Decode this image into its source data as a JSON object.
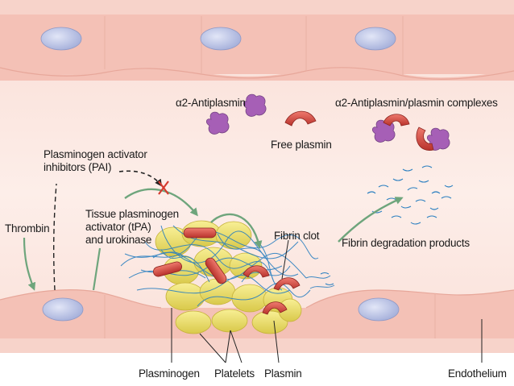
{
  "labels": {
    "antiplasmin": "α2-Antiplasmin",
    "complexes": "α2-Antiplasmin/plasmin complexes",
    "free_plasmin": "Free plasmin",
    "pai": "Plasminogen activator\ninhibitors (PAI)",
    "tpa": "Tissue plasminogen\nactivator (tPA)\nand urokinase",
    "thrombin": "Thrombin",
    "fibrin_clot": "Fibrin clot",
    "fdp": "Fibrin degradation products",
    "plasminogen": "Plasminogen",
    "platelets": "Platelets",
    "plasmin": "Plasmin",
    "endothelium": "Endothelium"
  },
  "colors": {
    "vessel_wall": "#f6c8bf",
    "lumen": "#fbe6df",
    "cell": "#f3cdc4",
    "nucleus": "#bfc8ea",
    "platelet": "#f0e36a",
    "plasmin": "#d8463f",
    "antiplasmin": "#a65fb6",
    "fibrin": "#2a7fc0",
    "arrow": "#7fb38c",
    "inhibit": "#d63a2e"
  }
}
